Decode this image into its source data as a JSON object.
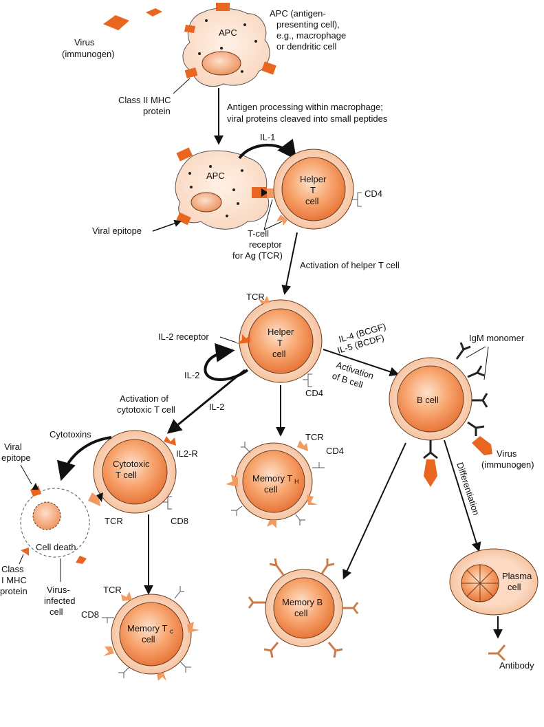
{
  "labels": {
    "virus_top_1": "Virus",
    "virus_top_2": "(immunogen)",
    "apc_desc_1": "APC (antigen-",
    "apc_desc_2": "presenting cell),",
    "apc_desc_3": "e.g., macrophage",
    "apc_desc_4": "or dendritic cell",
    "apc": "APC",
    "class2_1": "Class II MHC",
    "class2_2": "protein",
    "processing_1": "Antigen processing within macrophage;",
    "processing_2": "viral proteins cleaved into small peptides",
    "il1": "IL-1",
    "apc2": "APC",
    "helper_1": "Helper",
    "helper_2": "T",
    "helper_3": "cell",
    "cd4_top": "CD4",
    "viral_epitope_1": "Viral epitope",
    "tcr_desc_1": "T-cell",
    "tcr_desc_2": "receptor",
    "tcr_desc_3": "for Ag (TCR)",
    "activation_helper": "Activation of helper T cell",
    "tcr_mid": "TCR",
    "il2_receptor": "IL-2 receptor",
    "helper2_1": "Helper",
    "helper2_2": "T",
    "helper2_3": "cell",
    "il4": "IL-4 (BCGF)",
    "il5": "IL-5 (BCDF)",
    "activation_b_1": "Activation",
    "activation_b_2": "of B cell",
    "igm": "IgM monomer",
    "il2_loop": "IL-2",
    "cd4_mid": "CD4",
    "activation_cyto_1": "Activation of",
    "activation_cyto_2": "cytotoxic T cell",
    "il2_arrow": "IL-2",
    "b_cell": "B cell",
    "cytotoxins": "Cytotoxins",
    "viral_epitope_2_1": "Viral",
    "viral_epitope_2_2": "epitope",
    "cyto_1": "Cytotoxic",
    "cyto_2": "T cell",
    "il2r": "IL2-R",
    "tcr_mem": "TCR",
    "cd4_mem": "CD4",
    "memory_th_1": "Memory T",
    "memory_th_sub": "H",
    "memory_th_2": "cell",
    "virus_right_1": "Virus",
    "virus_right_2": "(immunogen)",
    "differentiation": "Differentiation",
    "tcr_cyto": "TCR",
    "cd8_cyto": "CD8",
    "cell_death": "Cell death",
    "class1_1": "Class",
    "class1_2": "I MHC",
    "class1_3": "protein",
    "infected_1": "Virus-",
    "infected_2": "infected",
    "infected_3": "cell",
    "plasma_1": "Plasma",
    "plasma_2": "cell",
    "memory_b_1": "Memory B",
    "memory_b_2": "cell",
    "tcr_tc": "TCR",
    "cd8_tc": "CD8",
    "memory_tc_1": "Memory T",
    "memory_tc_sub": "c",
    "memory_tc_2": "cell",
    "antibody": "Antibody"
  },
  "colors": {
    "cell_outer": "#f9d2b8",
    "cell_inner": "#f08a4b",
    "cell_core": "#f5a877",
    "receptor": "#e0651f",
    "apc_fill": "#fbe1cf",
    "nucleus": "#f3a57a"
  }
}
